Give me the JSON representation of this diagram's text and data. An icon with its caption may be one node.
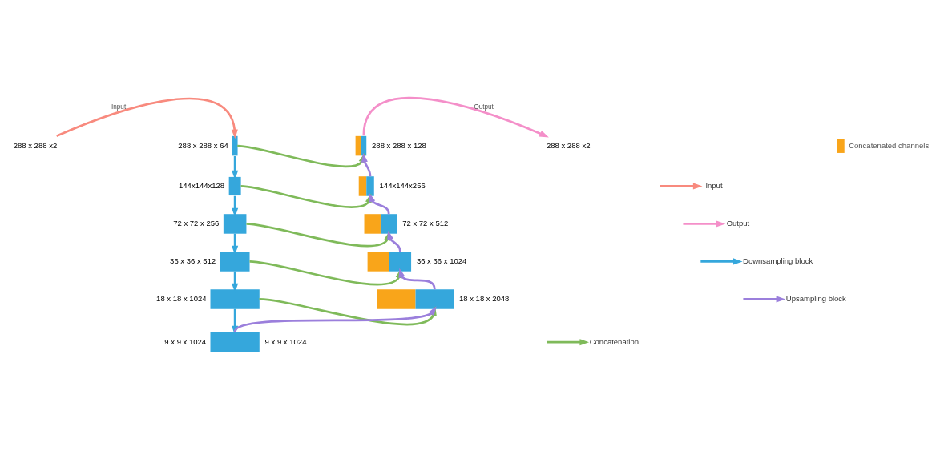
{
  "diagram": {
    "nodes": [
      {
        "text": [
          "288 x 288 x2"
        ]
      },
      {
        "text": [],
        "shape": "box",
        "beside": [
          "288 x 288 x 64"
        ]
      },
      {
        "text": [],
        "shape": "box",
        "beside": [
          "288 x 288 x 128"
        ]
      },
      {
        "text": [
          "288 x 288 x2"
        ]
      },
      {
        "text": [],
        "shape": "box",
        "beside": [
          "144x144x128"
        ]
      },
      {
        "text": [],
        "shape": "box",
        "beside": [
          "144x144x256"
        ]
      },
      {
        "text": [],
        "shape": "box",
        "beside": [
          "72 x 72 x 256"
        ]
      },
      {
        "text": [],
        "shape": "box",
        "beside": [
          "72 x 72 x 512"
        ]
      },
      {
        "text": [],
        "shape": "box",
        "beside": [
          "36 x 36 x 512"
        ]
      },
      {
        "text": [],
        "shape": "box",
        "beside": [
          "36 x 36 x 1024"
        ]
      },
      {
        "text": [],
        "shape": "box",
        "beside": [
          "18 x 18 x 1024"
        ]
      },
      {
        "text": [],
        "shape": "box",
        "beside": [
          "18 x 18 x 2048"
        ]
      },
      {
        "text": [],
        "shape": "box",
        "beside": [
          "9 x 9 x 1024",
          "9 x 9 x 1024"
        ]
      }
    ],
    "edges": [
      {
        "from": 0,
        "to": 1,
        "arrow": "to",
        "label": "Input",
        "color": "#f88a7e"
      },
      {
        "from": 1,
        "to": 2,
        "arrow": "to",
        "color": "#7fba5a"
      },
      {
        "from": 2,
        "to": 3,
        "arrow": "to",
        "label": "Output",
        "color": "#f48fc9"
      },
      {
        "from": 1,
        "to": 4,
        "arrow": "to",
        "color": "#35a7dc"
      },
      {
        "from": 4,
        "to": 5,
        "arrow": "to",
        "color": "#7fba5a"
      },
      {
        "from": 5,
        "to": 2,
        "arrow": "to",
        "color": "#9b7fdc"
      },
      {
        "from": 4,
        "to": 6,
        "arrow": "to",
        "color": "#35a7dc"
      },
      {
        "from": 6,
        "to": 7,
        "arrow": "to",
        "color": "#7fba5a"
      },
      {
        "from": 7,
        "to": 5,
        "arrow": "to",
        "color": "#9b7fdc"
      },
      {
        "from": 6,
        "to": 8,
        "arrow": "to",
        "color": "#35a7dc"
      },
      {
        "from": 8,
        "to": 9,
        "arrow": "to",
        "color": "#7fba5a"
      },
      {
        "from": 9,
        "to": 7,
        "arrow": "to",
        "color": "#9b7fdc"
      },
      {
        "from": 8,
        "to": 10,
        "arrow": "to",
        "color": "#35a7dc"
      },
      {
        "from": 10,
        "to": 11,
        "arrow": "to",
        "color": "#7fba5a"
      },
      {
        "from": 11,
        "to": 9,
        "arrow": "to",
        "color": "#9b7fdc"
      },
      {
        "from": 10,
        "to": 12,
        "arrow": "to",
        "color": "#35a7dc"
      },
      {
        "from": 12,
        "to": 11,
        "arrow": "to",
        "color": "#9b7fdc"
      }
    ],
    "legend": [
      {
        "text": "Concatenated channels",
        "color": "#f9a51a"
      },
      {
        "text": "Input"
      },
      {
        "text": "Output"
      },
      {
        "text": "Downsampling block"
      },
      {
        "text": "Upsampling block"
      },
      {
        "text": "Concatenation"
      }
    ]
  }
}
